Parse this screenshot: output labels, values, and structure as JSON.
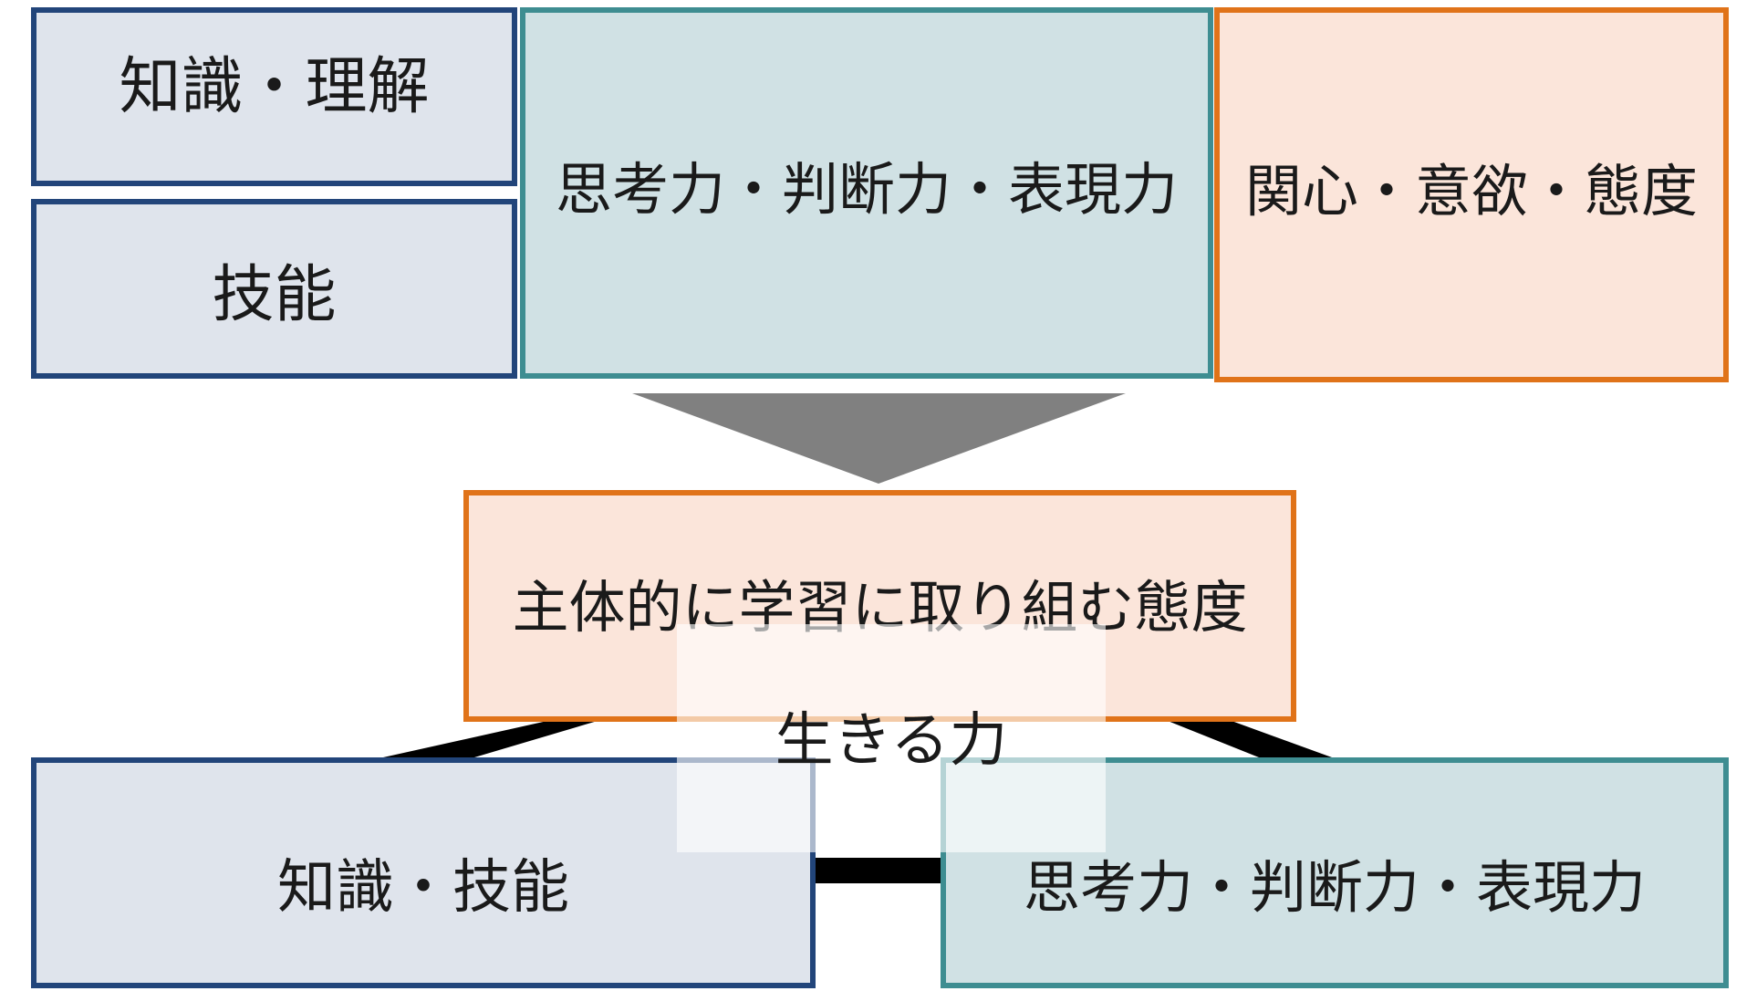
{
  "diagram": {
    "top_row": {
      "knowledge_understanding": "知識・理解",
      "skills": "技能",
      "thinking_judgment_expression": "思考力・判断力・表現力",
      "interest_motivation_attitude": "関心・意欲・態度"
    },
    "center": {
      "proactive_learning_attitude": "主体的に学習に取り組む態度",
      "zest_for_living": "生きる力"
    },
    "bottom_row": {
      "knowledge_skills": "知識・技能",
      "thinking_judgment_expression": "思考力・判断力・表現力"
    },
    "colors": {
      "blue_fill": "#dfe4ec",
      "blue_border": "#22457a",
      "teal_fill": "#d0e1e4",
      "teal_border": "#3e8d91",
      "orange_fill": "#fbe5da",
      "orange_border": "#e07319",
      "arrow_fill": "#808080"
    }
  }
}
